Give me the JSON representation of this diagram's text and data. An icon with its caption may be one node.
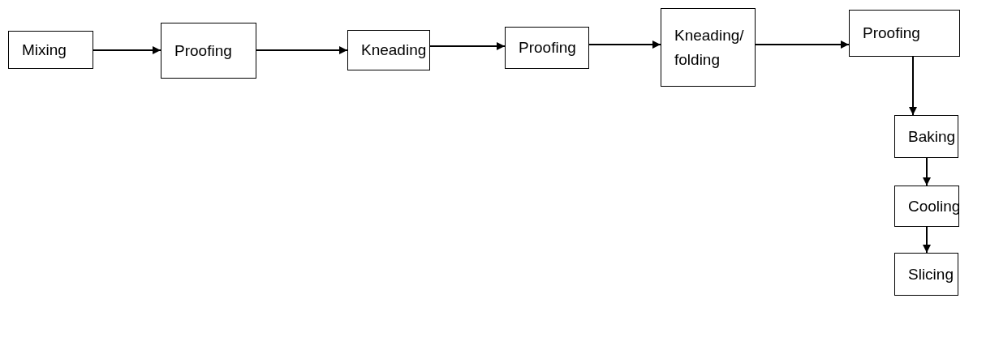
{
  "diagram": {
    "nodes": [
      {
        "text": [
          "Mixing"
        ]
      },
      {
        "text": [
          "Proofing"
        ]
      },
      {
        "text": [
          "Kneading"
        ]
      },
      {
        "text": [
          "Proofing"
        ]
      },
      {
        "text": [
          "Kneading/ folding"
        ]
      },
      {
        "text": [
          "Proofing"
        ]
      },
      {
        "text": [
          "Baking"
        ]
      },
      {
        "text": [
          "Cooling"
        ]
      },
      {
        "text": [
          "Slicing"
        ]
      }
    ],
    "edges": [
      {
        "from": 0,
        "to": 1,
        "arrow": "to"
      },
      {
        "from": 1,
        "to": 2,
        "arrow": "to"
      },
      {
        "from": 2,
        "to": 3,
        "arrow": "to"
      },
      {
        "from": 3,
        "to": 4,
        "arrow": "to"
      },
      {
        "from": 4,
        "to": 5,
        "arrow": "to"
      },
      {
        "from": 5,
        "to": 6,
        "arrow": "to"
      },
      {
        "from": 6,
        "to": 7,
        "arrow": "to"
      },
      {
        "from": 7,
        "to": 8,
        "arrow": "to"
      }
    ]
  }
}
